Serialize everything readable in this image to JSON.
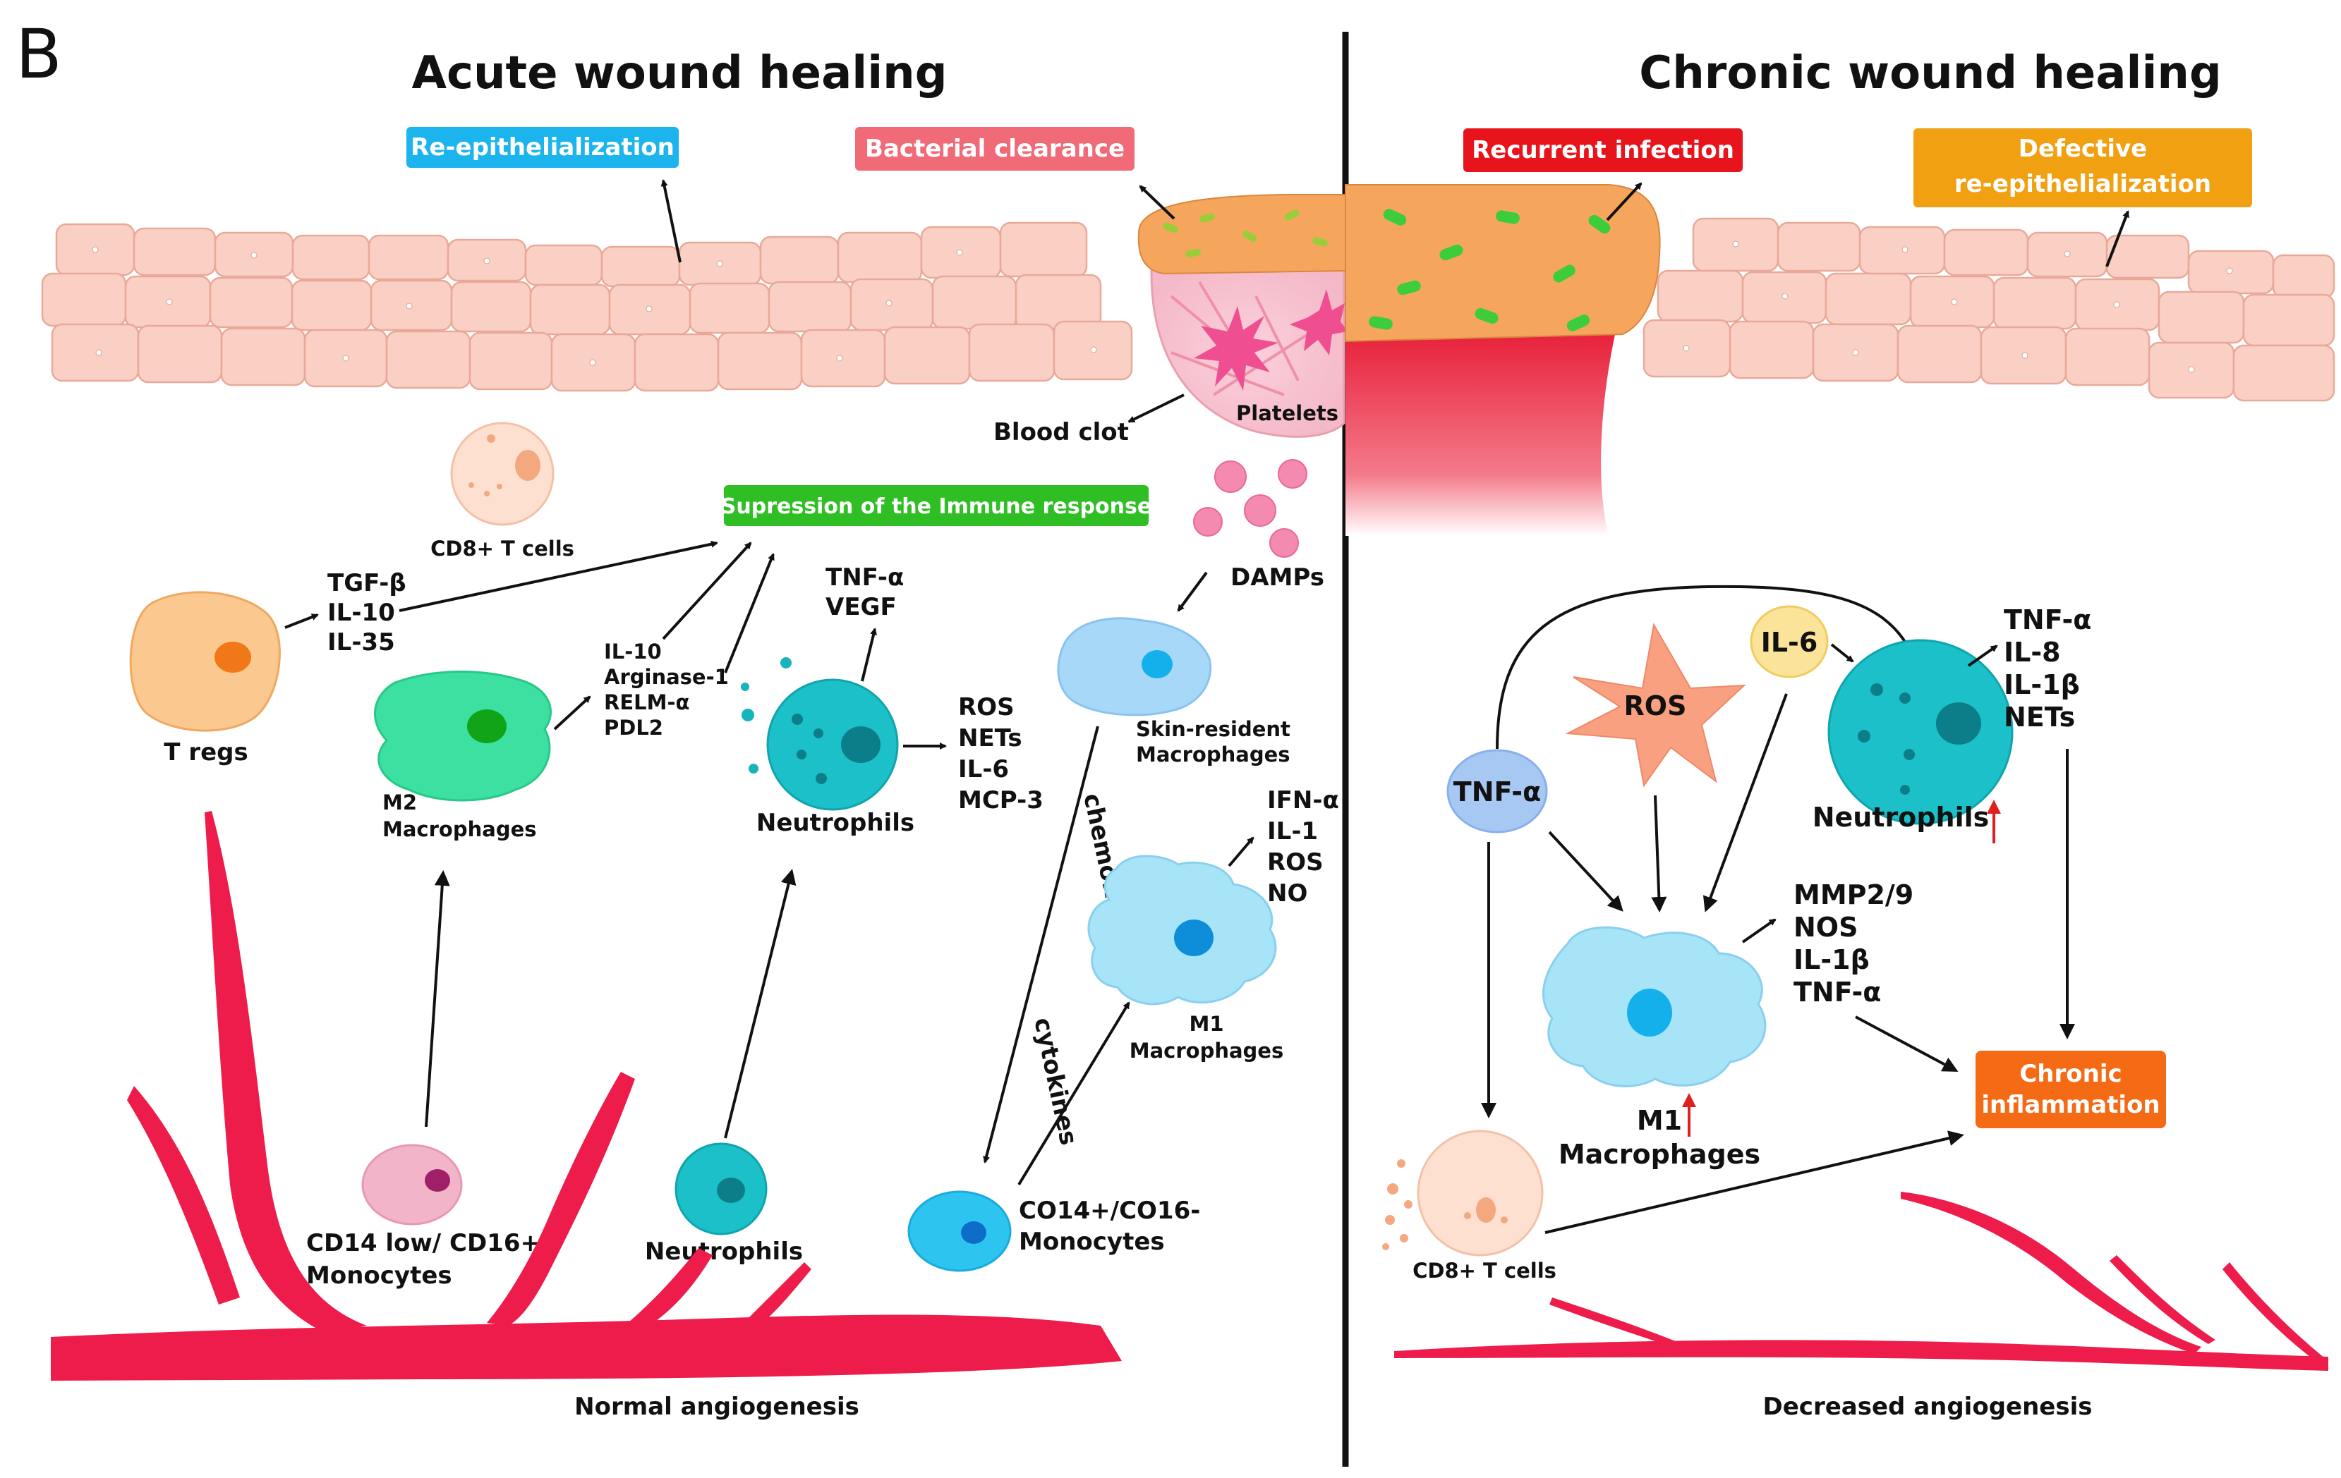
{
  "panel_letter": "B",
  "acute": {
    "title": "Acute wound healing",
    "re_epithelialization": "Re-epithelialization",
    "bacterial_clearance": "Bacterial clearance",
    "blood_clot": "Blood clot",
    "platelets": "Platelets",
    "cd8_t_cells": "CD8+ T cells",
    "supression": "Supression of the Immune response",
    "damps": "DAMPs",
    "tgf_b": "TGF-β",
    "il_10": "IL-10",
    "il_35": "IL-35",
    "t_regs": "T regs",
    "m2_mediators": [
      "IL-10",
      "Arginase-1",
      "RELM-α",
      "PDL2"
    ],
    "m2_macrophages": [
      "M2",
      "Macrophages"
    ],
    "tnf_a": "TNF-α",
    "vegf": "VEGF",
    "neutrophil_products": [
      "ROS",
      "NETs",
      "IL-6",
      "MCP-3"
    ],
    "neutrophils_upper": "Neutrophils",
    "skin_resident": [
      "Skin-resident",
      "Macrophages"
    ],
    "chemokines": "chemokines",
    "cytokines": "cytokines",
    "m1_products": [
      "IFN-α",
      "IL-1",
      "ROS",
      "NO"
    ],
    "m1_macrophages": [
      "M1",
      "Macrophages"
    ],
    "cd14_low": [
      "CD14 low/ CD16+",
      "Monocytes"
    ],
    "neutrophils_lower": "Neutrophils",
    "co14_monocytes": [
      "CO14+/CO16-",
      "Monocytes"
    ],
    "normal_angiogenesis": "Normal angiogenesis"
  },
  "chronic": {
    "title": "Chronic wound healing",
    "recurrent_infection": "Recurrent infection",
    "defective": [
      "Defective",
      "re-epithelialization"
    ],
    "il_6": "IL-6",
    "ros": "ROS",
    "tnf_a": "TNF-α",
    "neutrophil_products": [
      "TNF-α",
      "IL-8",
      "IL-1β",
      "NETs"
    ],
    "neutrophils": "Neutrophils",
    "mediators": [
      "MMP2/9",
      "NOS",
      "IL-1β",
      "TNF-α"
    ],
    "m1": "M1",
    "macrophages": "Macrophages",
    "chronic_inflammation": [
      "Chronic",
      "inflammation"
    ],
    "cd8_t_cells": "CD8+ T cells",
    "decreased_angiogenesis": "Decreased angiogenesis"
  },
  "colors": {
    "re_epi_box": "#1cb4ec",
    "bacterial_box": "#f06a78",
    "supression_box": "#2fbf24",
    "recurrent_box": "#e8141c",
    "defective_box": "#f0a010",
    "chronic_inflammation_box": "#f56a14",
    "vessel": "#ee1c4a",
    "skin": "#fad0c4",
    "clot": "#f5a65c",
    "increase_arrow": "#e02020"
  }
}
